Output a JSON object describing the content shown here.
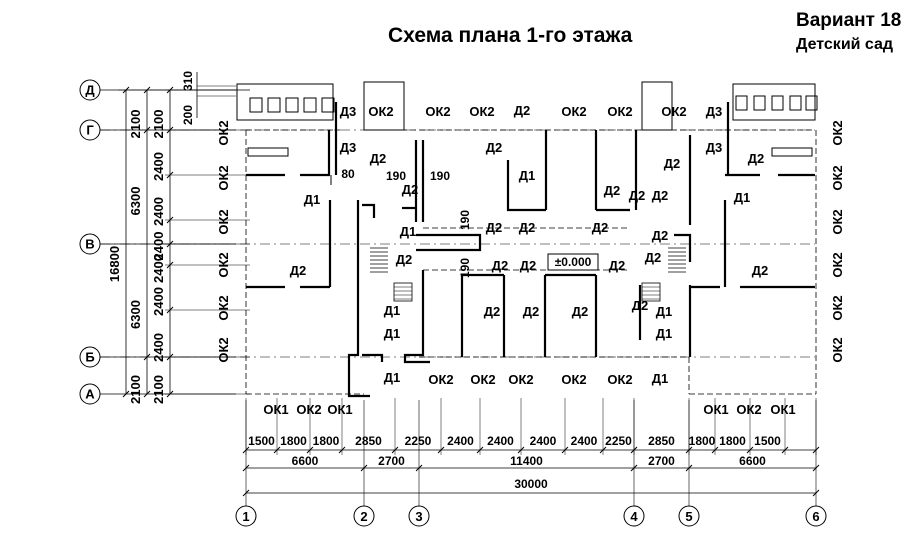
{
  "title": "Схема плана 1-го этажа",
  "variant": "Вариант 18",
  "subtitle": "Детский сад",
  "axes_letters": [
    "Д",
    "Г",
    "В",
    "Б",
    "А"
  ],
  "axes_numbers": [
    "1",
    "2",
    "3",
    "4",
    "5",
    "6"
  ],
  "level_mark": "±0.000",
  "dims_left": {
    "total": "16800",
    "parts": [
      "6300",
      "6300"
    ],
    "segments": [
      "2100",
      "2400",
      "2400",
      "2400",
      "2400",
      "2400",
      "2400",
      "2100"
    ],
    "top_small": [
      "200",
      "310"
    ]
  },
  "dims_bottom": {
    "row1": [
      "1500",
      "1800",
      "1800",
      "2850",
      "2250",
      "2400",
      "2400",
      "2400",
      "2400",
      "2250",
      "2850",
      "1800",
      "1800",
      "1500"
    ],
    "row2": [
      "6600",
      "2700",
      "11400",
      "2700",
      "6600"
    ],
    "row3": [
      "30000"
    ]
  },
  "dims_inner": [
    "190",
    "190",
    "80",
    "190",
    "190"
  ],
  "window_labels_left": [
    "ОК2",
    "ОК2",
    "ОК2",
    "ОК2",
    "ОК2",
    "ОК2"
  ],
  "window_labels_right": [
    "ОК2",
    "ОК2",
    "ОК2",
    "ОК2",
    "ОК2",
    "ОК2"
  ],
  "window_labels_top": [
    "ОК2",
    "ОК2",
    "ОК2",
    "ОК2",
    "ОК2",
    "ОК2"
  ],
  "window_labels_bottom": [
    "ОК2",
    "ОК2",
    "ОК2",
    "ОК2",
    "ОК2"
  ],
  "window_labels_wings": [
    "ОК1",
    "ОК2",
    "ОК1",
    "ОК1",
    "ОК2",
    "ОК1"
  ],
  "door_labels": [
    "Д3",
    "Д3",
    "Д2",
    "Д1",
    "Д2",
    "Д1",
    "Д1",
    "Д1",
    "Д2",
    "Д2",
    "Д2",
    "Д1",
    "Д2",
    "Д2",
    "Д2",
    "Д2",
    "Д2",
    "Д2",
    "Д2",
    "Д2",
    "Д2",
    "Д2",
    "Д2",
    "Д2",
    "Д2",
    "Д2",
    "Д2",
    "Д2",
    "Д1",
    "Д1",
    "Д1",
    "Д1",
    "Д3",
    "Д3",
    "Д2",
    "Д1",
    "Д2",
    "Д2"
  ]
}
